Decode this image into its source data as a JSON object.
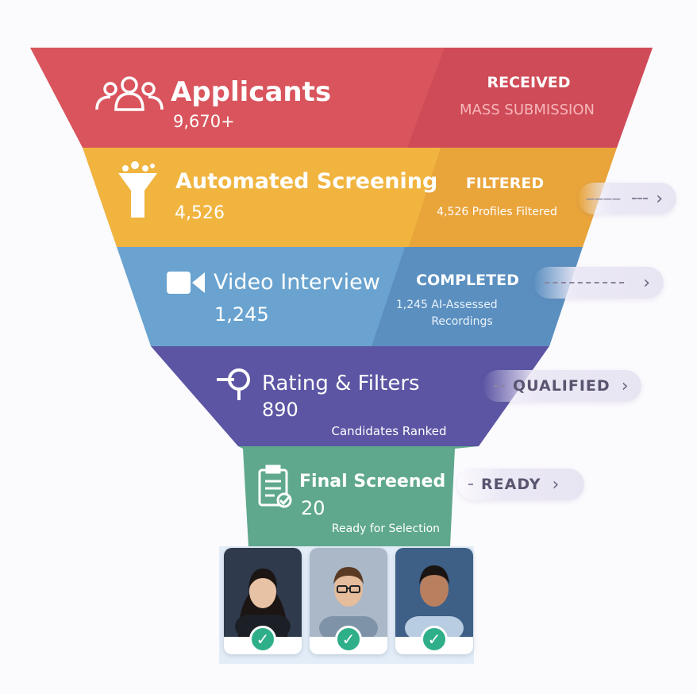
{
  "stages": [
    {
      "title": "Applicants",
      "count": "9,670+",
      "status": "RECEIVED",
      "detail": "MASS SUBMISSION",
      "icon": "people-icon",
      "color": "#d9545c",
      "color_dark": "#cf4b57"
    },
    {
      "title": "Automated Screening",
      "count": "4,526",
      "status": "FILTERED",
      "detail": "4,526 Profiles Filtered",
      "icon": "funnel-filter-icon",
      "color": "#f0b43f",
      "color_dark": "#e9a43a"
    },
    {
      "title": "Video Interview",
      "count": "1,245",
      "status": "COMPLETED",
      "detail": "1,245 AI-Assessed Recordings",
      "icon": "video-camera-icon",
      "color": "#6aa3cf",
      "color_dark": "#5a8fc0"
    },
    {
      "title": "Rating & Filters",
      "count": "890",
      "status": "",
      "detail": "Candidates Ranked",
      "icon": "rating-pin-icon",
      "color": "#5b55a3",
      "color_dark": "#514c98"
    },
    {
      "title": "Final Screened",
      "count": "20",
      "status": "",
      "detail": "Ready for Selection",
      "icon": "clipboard-check-icon",
      "color": "#5fa88d",
      "color_dark": "#569d84"
    }
  ],
  "side_labels": [
    {
      "label": "————",
      "icon": "chevron-right-icon"
    },
    {
      "label": "",
      "icon": "chevron-right-icon"
    },
    {
      "label": "QUALIFIED",
      "icon": "chevron-right-icon"
    },
    {
      "label": "READY",
      "icon": "chevron-right-icon"
    }
  ],
  "candidates": [
    {
      "name": "candidate-1",
      "bg": "#2f3a4d",
      "skin": "#e8c2a4",
      "hair": "#1b1513",
      "shirt": "#1d1f26",
      "check": "check-icon"
    },
    {
      "name": "candidate-2",
      "bg": "#aab8c8",
      "skin": "#e5bc9c",
      "hair": "#5a3a22",
      "shirt": "#7f93a8",
      "check": "check-icon"
    },
    {
      "name": "candidate-3",
      "bg": "#3e5f86",
      "skin": "#b98060",
      "hair": "#1a1412",
      "shirt": "#b9cde2",
      "check": "check-icon"
    }
  ]
}
